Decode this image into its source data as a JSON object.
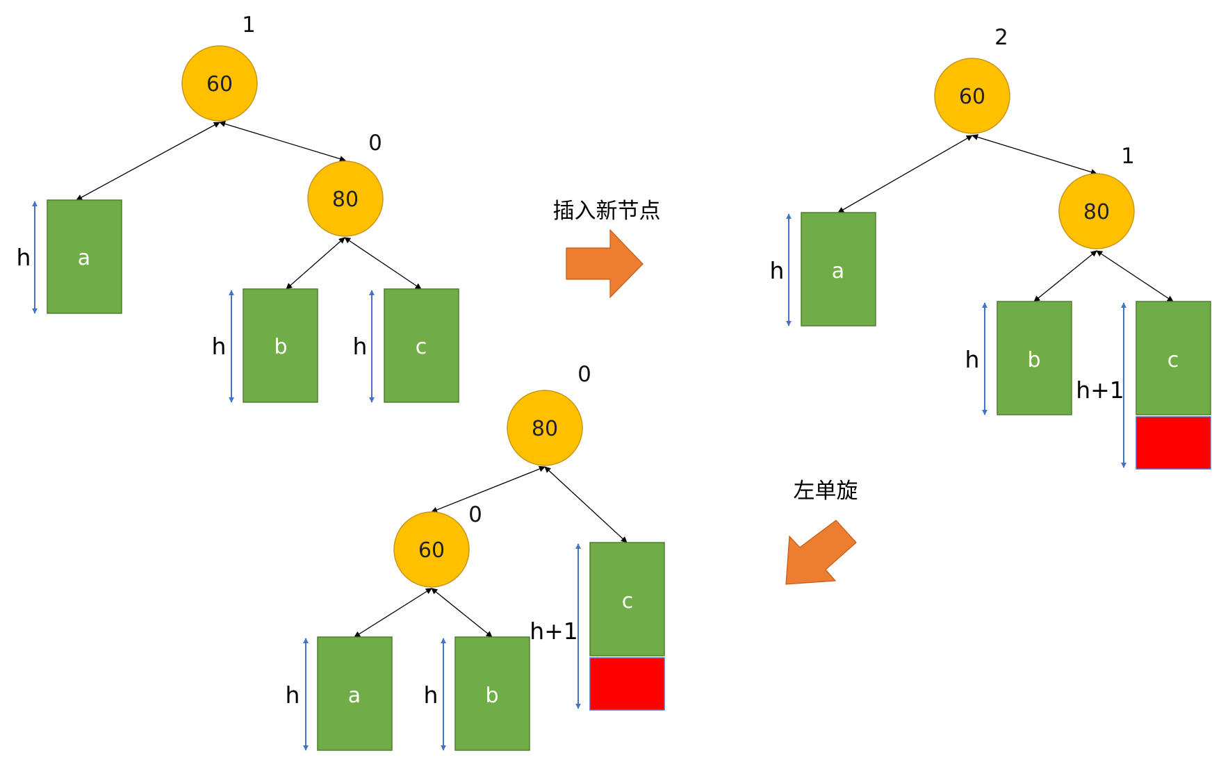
{
  "diagram1": {
    "node60": {
      "value": "60",
      "bf": "1"
    },
    "node80": {
      "value": "80",
      "bf": "0"
    },
    "box_a": {
      "label": "a",
      "height": "h"
    },
    "box_b": {
      "label": "b",
      "height": "h"
    },
    "box_c": {
      "label": "c",
      "height": "h"
    }
  },
  "step1_caption": "插入新节点",
  "diagram2": {
    "node60": {
      "value": "60",
      "bf": "2"
    },
    "node80": {
      "value": "80",
      "bf": "1"
    },
    "box_a": {
      "label": "a",
      "height": "h"
    },
    "box_b": {
      "label": "b",
      "height": "h"
    },
    "box_c": {
      "label": "c",
      "height": "h+1"
    }
  },
  "step2_caption": "左单旋",
  "diagram3": {
    "node80": {
      "value": "80",
      "bf": "0"
    },
    "node60": {
      "value": "60",
      "bf": "0"
    },
    "box_a": {
      "label": "a",
      "height": "h"
    },
    "box_b": {
      "label": "b",
      "height": "h"
    },
    "box_c": {
      "label": "c",
      "height": "h+1"
    }
  },
  "colors": {
    "node_fill": "#FFC000",
    "subtree_fill": "#70AD47",
    "new_node_fill": "#FF0000",
    "dimension_line": "#4472C4",
    "step_arrow": "#ED7D31"
  }
}
